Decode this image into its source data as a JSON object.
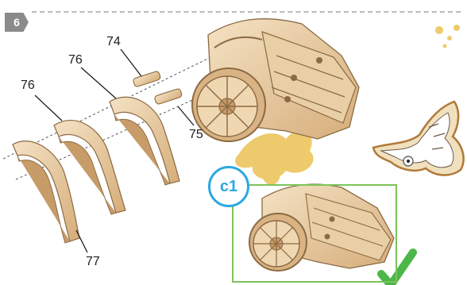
{
  "step": {
    "number": "6"
  },
  "parts": {
    "p74": "74",
    "p75": "75",
    "p76a": "76",
    "p76b": "76",
    "p77": "77"
  },
  "subassembly": {
    "label": "c1"
  },
  "colors": {
    "wood_light": "#efd7b2",
    "wood_mid": "#d9b383",
    "wood_edge": "#8b6a43",
    "gold_splash": "#e8b93a",
    "callout_blue": "#29a9e0",
    "frame_green": "#7cc35a",
    "check_green": "#4cb748"
  },
  "icons": {
    "owl": "owl-emblem-icon",
    "check": "check-mark-icon"
  }
}
